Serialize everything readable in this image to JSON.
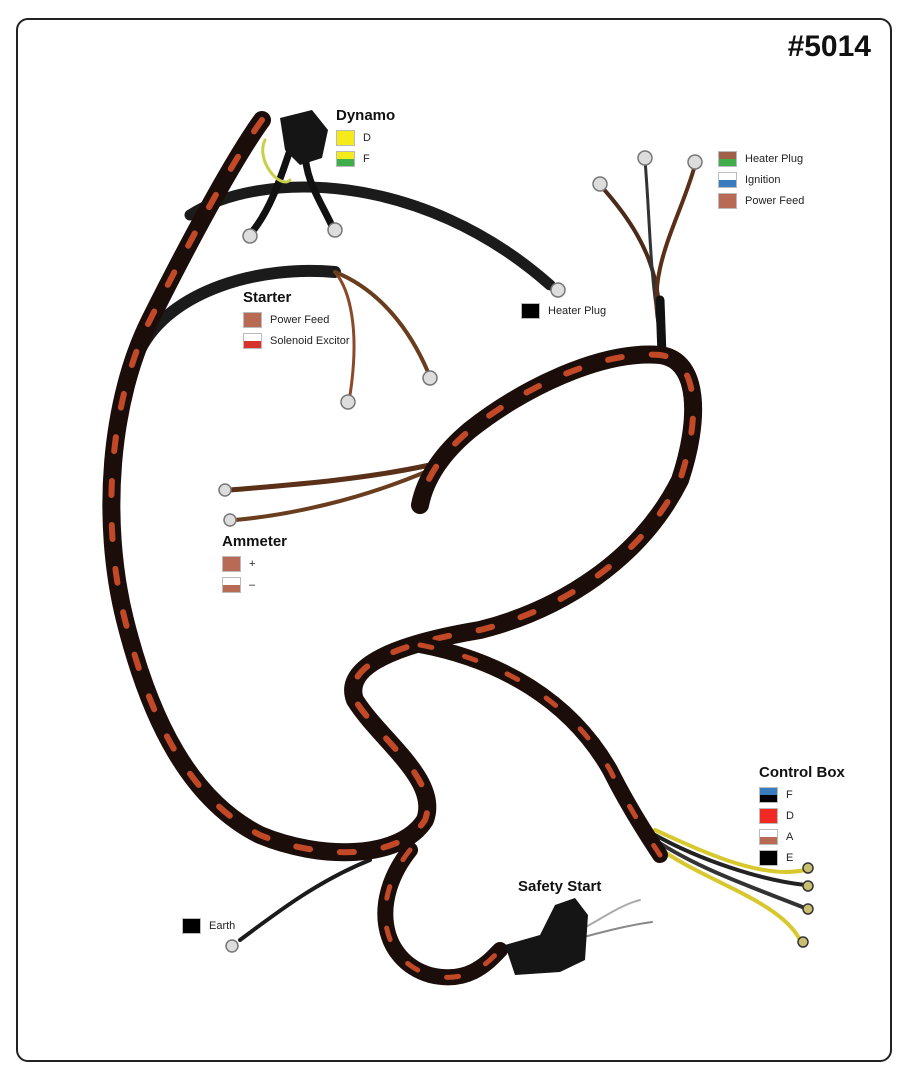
{
  "part_number": "#5014",
  "legends": {
    "dynamo": {
      "title": "Dynamo",
      "items": [
        {
          "label": "D",
          "top": "#f5ea1a",
          "bottom": "#f5ea1a"
        },
        {
          "label": "F",
          "top": "#f5ea1a",
          "bottom": "#3fae4a"
        }
      ]
    },
    "heater": {
      "title": "",
      "items": [
        {
          "label": "Heater Plug",
          "top": "#a0604a",
          "bottom": "#3fae4a"
        },
        {
          "label": "Ignition",
          "top": "#ffffff",
          "bottom": "#3a7cc0"
        },
        {
          "label": "Power Feed",
          "top": "#b96a55",
          "bottom": "#b96a55"
        }
      ]
    },
    "starter": {
      "title": "Starter",
      "items": [
        {
          "label": "Power Feed",
          "top": "#b96a55",
          "bottom": "#b96a55"
        },
        {
          "label": "Solenoid Excitor",
          "top": "#ffffff",
          "bottom": "#d8322c"
        }
      ]
    },
    "heater_plug": {
      "title": "",
      "items": [
        {
          "label": "Heater Plug",
          "top": "#000000",
          "bottom": "#000000"
        }
      ]
    },
    "ammeter": {
      "title": "Ammeter",
      "items": [
        {
          "label": "+",
          "top": "#b96a55",
          "bottom": "#b96a55"
        },
        {
          "label": "–",
          "top": "#ffffff",
          "bottom": "#b96a55"
        }
      ]
    },
    "control_box": {
      "title": "Control Box",
      "items": [
        {
          "label": "F",
          "top": "#3a7cc0",
          "bottom": "#000000"
        },
        {
          "label": "D",
          "top": "#f02a22",
          "bottom": "#f02a22"
        },
        {
          "label": "A",
          "top": "#ffffff",
          "bottom": "#b96a55"
        },
        {
          "label": "E",
          "top": "#000000",
          "bottom": "#000000"
        }
      ]
    },
    "earth": {
      "title": "",
      "items": [
        {
          "label": "Earth",
          "top": "#000000",
          "bottom": "#000000"
        }
      ]
    },
    "safety_start": {
      "title": "Safety Start",
      "items": []
    }
  },
  "colors": {
    "braid": "#1a0d0a",
    "stripe": "#e0552e",
    "yellow_wire": "#d8c830",
    "brown_wire": "#6a3d1e"
  }
}
